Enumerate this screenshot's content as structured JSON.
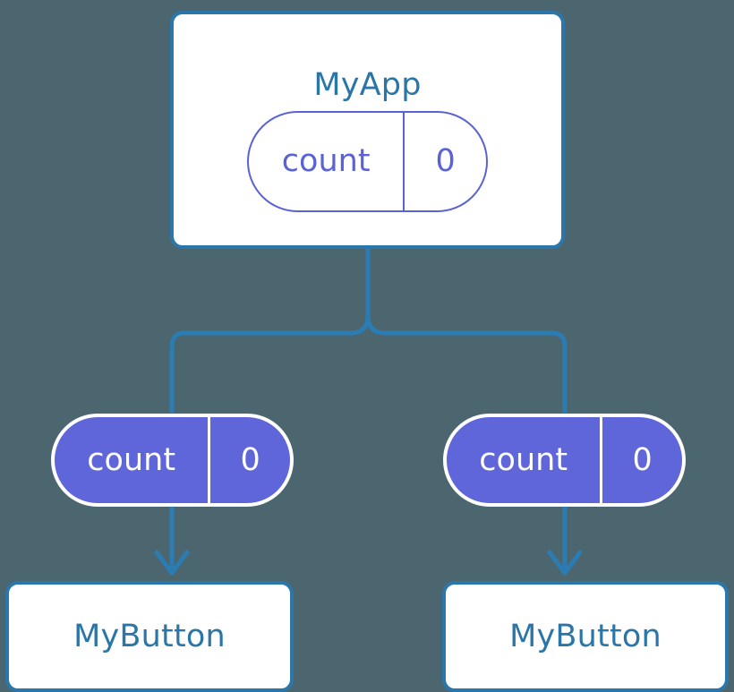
{
  "diagram": {
    "title": "MyApp component tree with count state passed as props to MyButton children",
    "background_color": "#4c666f",
    "colors": {
      "box_border": "#2b77ab",
      "box_fill": "#ffffff",
      "box_text": "#2b76a8",
      "pill_outline_stroke": "#5a62d6",
      "pill_filled_fill": "#5f66d9",
      "pill_filled_text": "#ffffff",
      "connector": "#2b7cb3"
    }
  },
  "root": {
    "name": "root-component",
    "label": "MyApp",
    "state_pill": {
      "key": "count",
      "value": "0",
      "style": "outline"
    }
  },
  "branches": [
    {
      "name": "left-branch",
      "props_pill": {
        "key": "count",
        "value": "0",
        "style": "filled"
      },
      "child": {
        "name": "child-component-left",
        "label": "MyButton"
      }
    },
    {
      "name": "right-branch",
      "props_pill": {
        "key": "count",
        "value": "0",
        "style": "filled"
      },
      "child": {
        "name": "child-component-right",
        "label": "MyButton"
      }
    }
  ]
}
